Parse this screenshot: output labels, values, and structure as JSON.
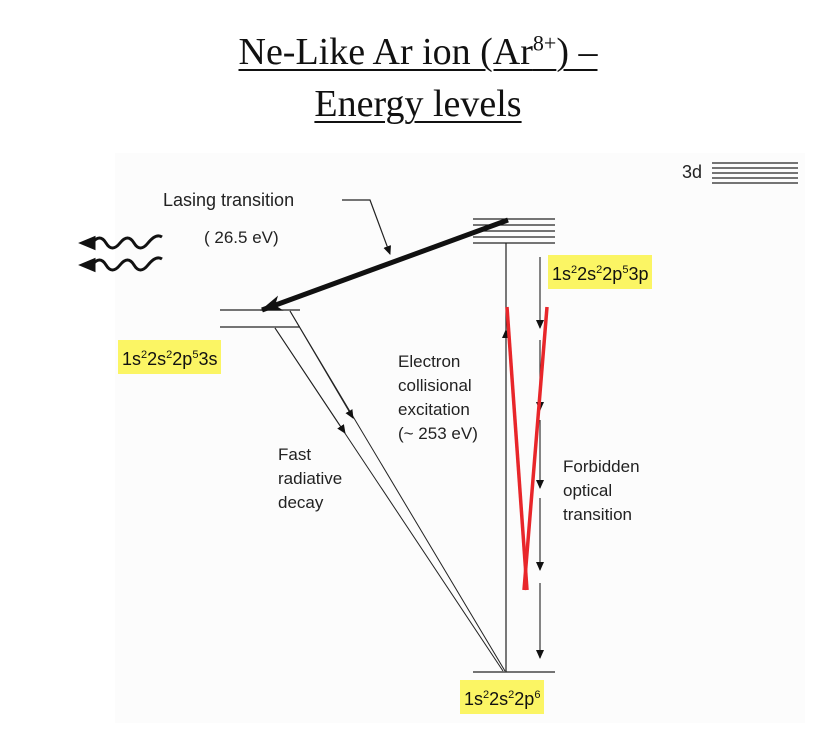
{
  "title": {
    "line1_prefix": "Ne-Like Ar ion (Ar",
    "line1_sup": "8+",
    "line1_suffix": ") –",
    "line2": "Energy levels"
  },
  "levels": {
    "d3": "3d",
    "p3": {
      "parts": [
        "1s",
        "2",
        "2s",
        "2",
        "2p",
        "5",
        "3p"
      ]
    },
    "s3": {
      "parts": [
        "1s",
        "2",
        "2s",
        "2",
        "2p",
        "5",
        "3s"
      ]
    },
    "ground": {
      "parts": [
        "1s",
        "2",
        "2s",
        "2",
        "2p",
        "6"
      ]
    }
  },
  "labels": {
    "lasing": "Lasing transition",
    "lasing_energy": "( 26.5 eV)",
    "excitation": [
      "Electron",
      "collisional",
      "excitation",
      "(~ 253 eV)"
    ],
    "decay": [
      "Fast",
      "radiative",
      "decay"
    ],
    "forbidden": [
      "Forbidden",
      "optical",
      "transition"
    ]
  },
  "colors": {
    "highlight": "#fbf564",
    "forbidden": "#e8262a"
  }
}
